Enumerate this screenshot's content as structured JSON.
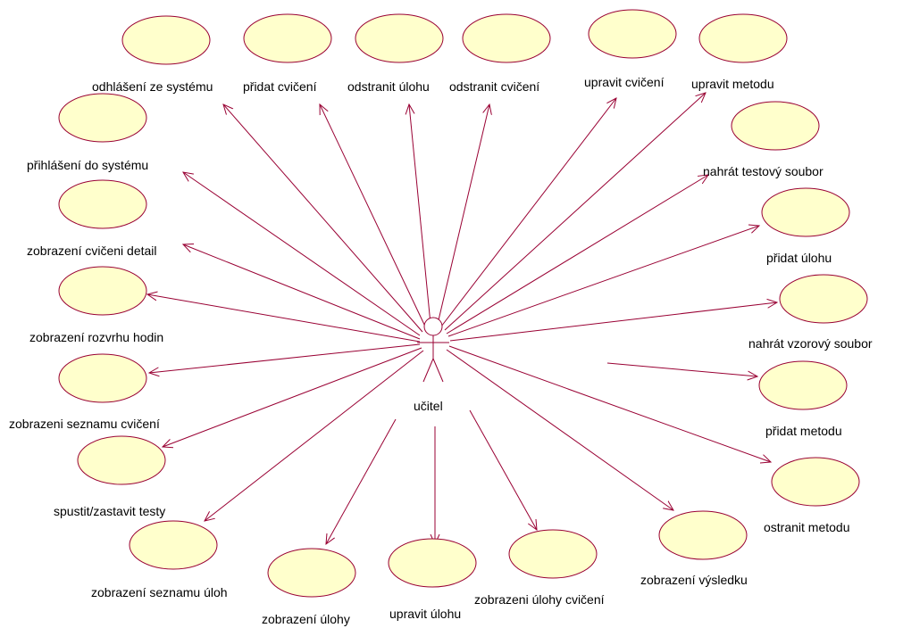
{
  "diagram": {
    "actor": {
      "label": "učitel"
    },
    "use_cases": [
      {
        "id": "odhlaseni",
        "label": "odhlášení ze systému"
      },
      {
        "id": "pridat-cviceni",
        "label": "přidat cvičení"
      },
      {
        "id": "odstranit-ulohu",
        "label": "odstranit úlohu"
      },
      {
        "id": "odstranit-cviceni",
        "label": "odstranit cvičení"
      },
      {
        "id": "upravit-cviceni",
        "label": "upravit cvičení"
      },
      {
        "id": "upravit-metodu",
        "label": "upravit metodu"
      },
      {
        "id": "prihlaseni",
        "label": "přihlášení do systému"
      },
      {
        "id": "nahrat-testovy",
        "label": "nahrát testový soubor"
      },
      {
        "id": "zobrazeni-cviceni-detail",
        "label": "zobrazení cvičeni detail"
      },
      {
        "id": "pridat-ulohu",
        "label": "přidat úlohu"
      },
      {
        "id": "zobrazeni-rozvrhu",
        "label": "zobrazení rozvrhu hodin"
      },
      {
        "id": "nahrat-vzorovy",
        "label": "nahrát vzorový soubor"
      },
      {
        "id": "zobrazeni-seznamu-cviceni",
        "label": "zobrazeni seznamu cvičení"
      },
      {
        "id": "pridat-metodu",
        "label": "přidat metodu"
      },
      {
        "id": "spustit-testy",
        "label": "spustit/zastavit testy"
      },
      {
        "id": "ostranit-metodu",
        "label": "ostranit metodu"
      },
      {
        "id": "zobrazeni-vysledku",
        "label": "zobrazení výsledku"
      },
      {
        "id": "zobrazeni-seznamu-uloh",
        "label": "zobrazení seznamu úloh"
      },
      {
        "id": "zobrazeni-ulohy",
        "label": "zobrazení úlohy"
      },
      {
        "id": "upravit-ulohu",
        "label": "upravit úlohu"
      },
      {
        "id": "zobrazeni-ulohy-cviceni",
        "label": "zobrazeni úlohy cvičení"
      }
    ],
    "colors": {
      "use_case_fill": "#FFFFCC",
      "use_case_stroke": "#990033",
      "association": "#990033",
      "actor_stroke": "#990033"
    }
  }
}
